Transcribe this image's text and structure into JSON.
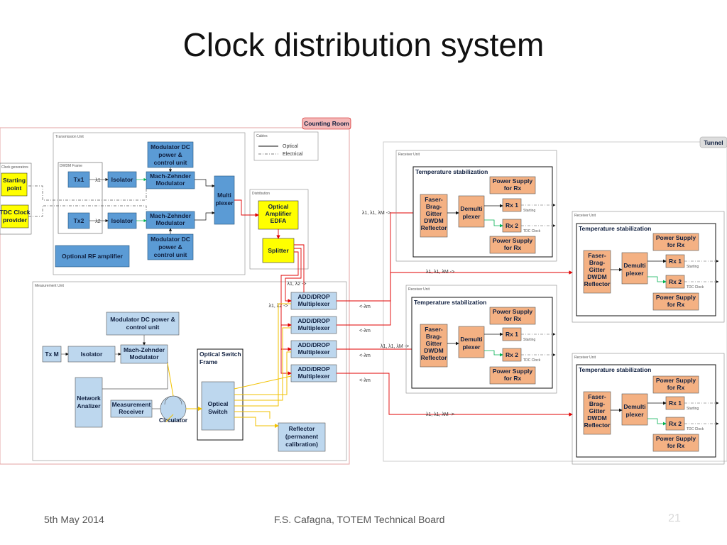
{
  "slide": {
    "title": "Clock distribution system",
    "footer_date": "5th May 2014",
    "footer_center": "F.S. Cafagna, TOTEM Technical Board",
    "page_number": "21"
  },
  "colors": {
    "blue_box": "#5b9bd5",
    "yellow_box": "#ffff00",
    "orange_box": "#f4b183",
    "light_blue_box": "#bdd7ee",
    "gray_box": "#c6d9f1",
    "red_line": "#e00000",
    "gold_line": "#f2c200",
    "green_line": "#00b050"
  },
  "diagram": {
    "counting_room": "Counting Room",
    "tunnel": "Tunnel",
    "transmission_unit": "Transmission Unit",
    "dwdm_frame": "DWDM Frame",
    "clock_generators": "Clock generators",
    "starting_point": "Starting point",
    "tdc_clock_provider": "TDC Clock provider",
    "cables": "Cables",
    "optical": "Optical",
    "electrical": "Electrical",
    "mod_dc": "Modulator DC power & control unit",
    "mach_zehnder": "Mach-Zehnder Modulator",
    "tx1": "Tx1",
    "tx2": "Tx2",
    "isolator": "Isolator",
    "lambda1": "λ1",
    "lambda2": "λ2",
    "multiplexer": "Multi plexer",
    "optional_rf": "Optional RF amplifier",
    "distribution": "Distribution",
    "optical_amp": "Optical Amplifier EDFA",
    "splitter": "Splitter",
    "measurement_unit": "Measurement Unit",
    "l1l2": "λ1, λ2 ->",
    "l1l2b": "λ1, λ2 ->",
    "add_drop": "ADD/DROP Multiplexer",
    "lm": "<-λm",
    "mod_dc2": "Modulator DC power & control unit",
    "txm": "Tx M",
    "mach_zehnder2": "Mach-Zehnder Modulator",
    "network_analyzer": "Network Analizer",
    "meas_receiver": "Measurement Receiver",
    "circulator": "Circulator",
    "optical_switch_frame": "Optical Switch Frame",
    "optical_switch": "Optical Switch",
    "reflector": "Reflector (permanent calibration)",
    "receiver_unit": "Receiver Unit",
    "temp_stab": "Temperature stabilization",
    "fbg": "Faser- Brag- Gitter DWDM Reflector",
    "demux": "Demulti plexer",
    "ps_rx": "Power Supply for Rx",
    "rx1": "Rx 1",
    "rx2": "Rx 2",
    "starting": "Starting",
    "tdc_clock": "TDC Clock",
    "lambda_m": "λ1, λ1, λM ->"
  }
}
